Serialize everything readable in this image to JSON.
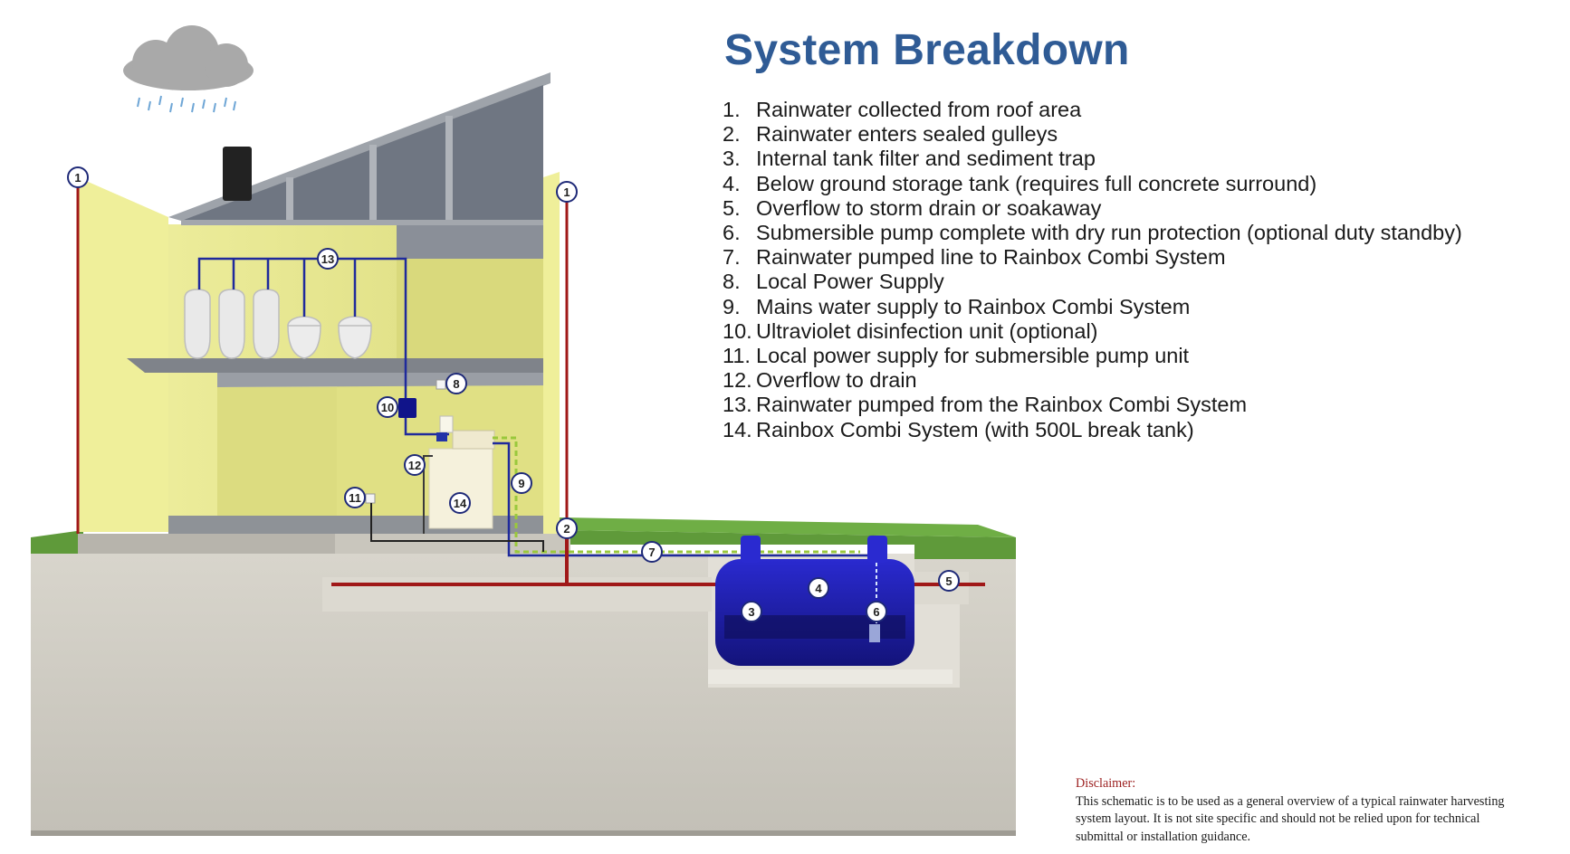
{
  "title": "System Breakdown",
  "items": [
    {
      "number": "1.",
      "text": "Rainwater collected from roof area"
    },
    {
      "number": "2.",
      "text": "Rainwater enters sealed gulleys"
    },
    {
      "number": "3.",
      "text": "Internal tank filter and sediment trap"
    },
    {
      "number": "4.",
      "text": "Below ground storage tank (requires full concrete surround)"
    },
    {
      "number": "5.",
      "text": "Overflow to storm drain or soakaway"
    },
    {
      "number": "6.",
      "text": "Submersible pump complete with dry run protection (optional duty standby)"
    },
    {
      "number": "7.",
      "text": "Rainwater pumped line to Rainbox Combi System"
    },
    {
      "number": "8.",
      "text": "Local Power Supply"
    },
    {
      "number": "9.",
      "text": "Mains water supply to Rainbox Combi System"
    },
    {
      "number": "10.",
      "text": "Ultraviolet disinfection unit (optional)"
    },
    {
      "number": "11.",
      "text": "Local power supply for submersible pump unit"
    },
    {
      "number": "12.",
      "text": "Overflow to drain"
    },
    {
      "number": "13.",
      "text": "Rainwater pumped from the Rainbox Combi System"
    },
    {
      "number": "14.",
      "text": "Rainbox Combi System (with 500L break tank)"
    }
  ],
  "disclaimer": {
    "heading": "Disclaimer:",
    "body": "This schematic is to be used as a general overview of a typical rainwater harvesting system layout. It is not site specific and should not be relied upon for technical submittal or installation guidance."
  },
  "markers": {
    "m1a": "1",
    "m1b": "1",
    "m2": "2",
    "m3": "3",
    "m4": "4",
    "m5": "5",
    "m6": "6",
    "m7": "7",
    "m8": "8",
    "m9": "9",
    "m10": "10",
    "m11": "11",
    "m12": "12",
    "m13": "13",
    "m14": "14"
  },
  "colors": {
    "title": "#2f5b95",
    "wall": "#e6e688",
    "ground": "#cfccc3",
    "grass": "#5f9a3a",
    "pipe_rain": "#a01818",
    "pipe_pumped": "#1f2a9c",
    "tank": "#1c1cb0",
    "mains": "#9ac83c",
    "disclaimer_heading": "#9b1e1e"
  },
  "icons": [
    "cloud-icon",
    "rain-drops-icon",
    "urinal-icon",
    "toilet-icon",
    "uv-unit-icon",
    "power-socket-icon",
    "combi-system-icon",
    "storage-tank-icon"
  ]
}
